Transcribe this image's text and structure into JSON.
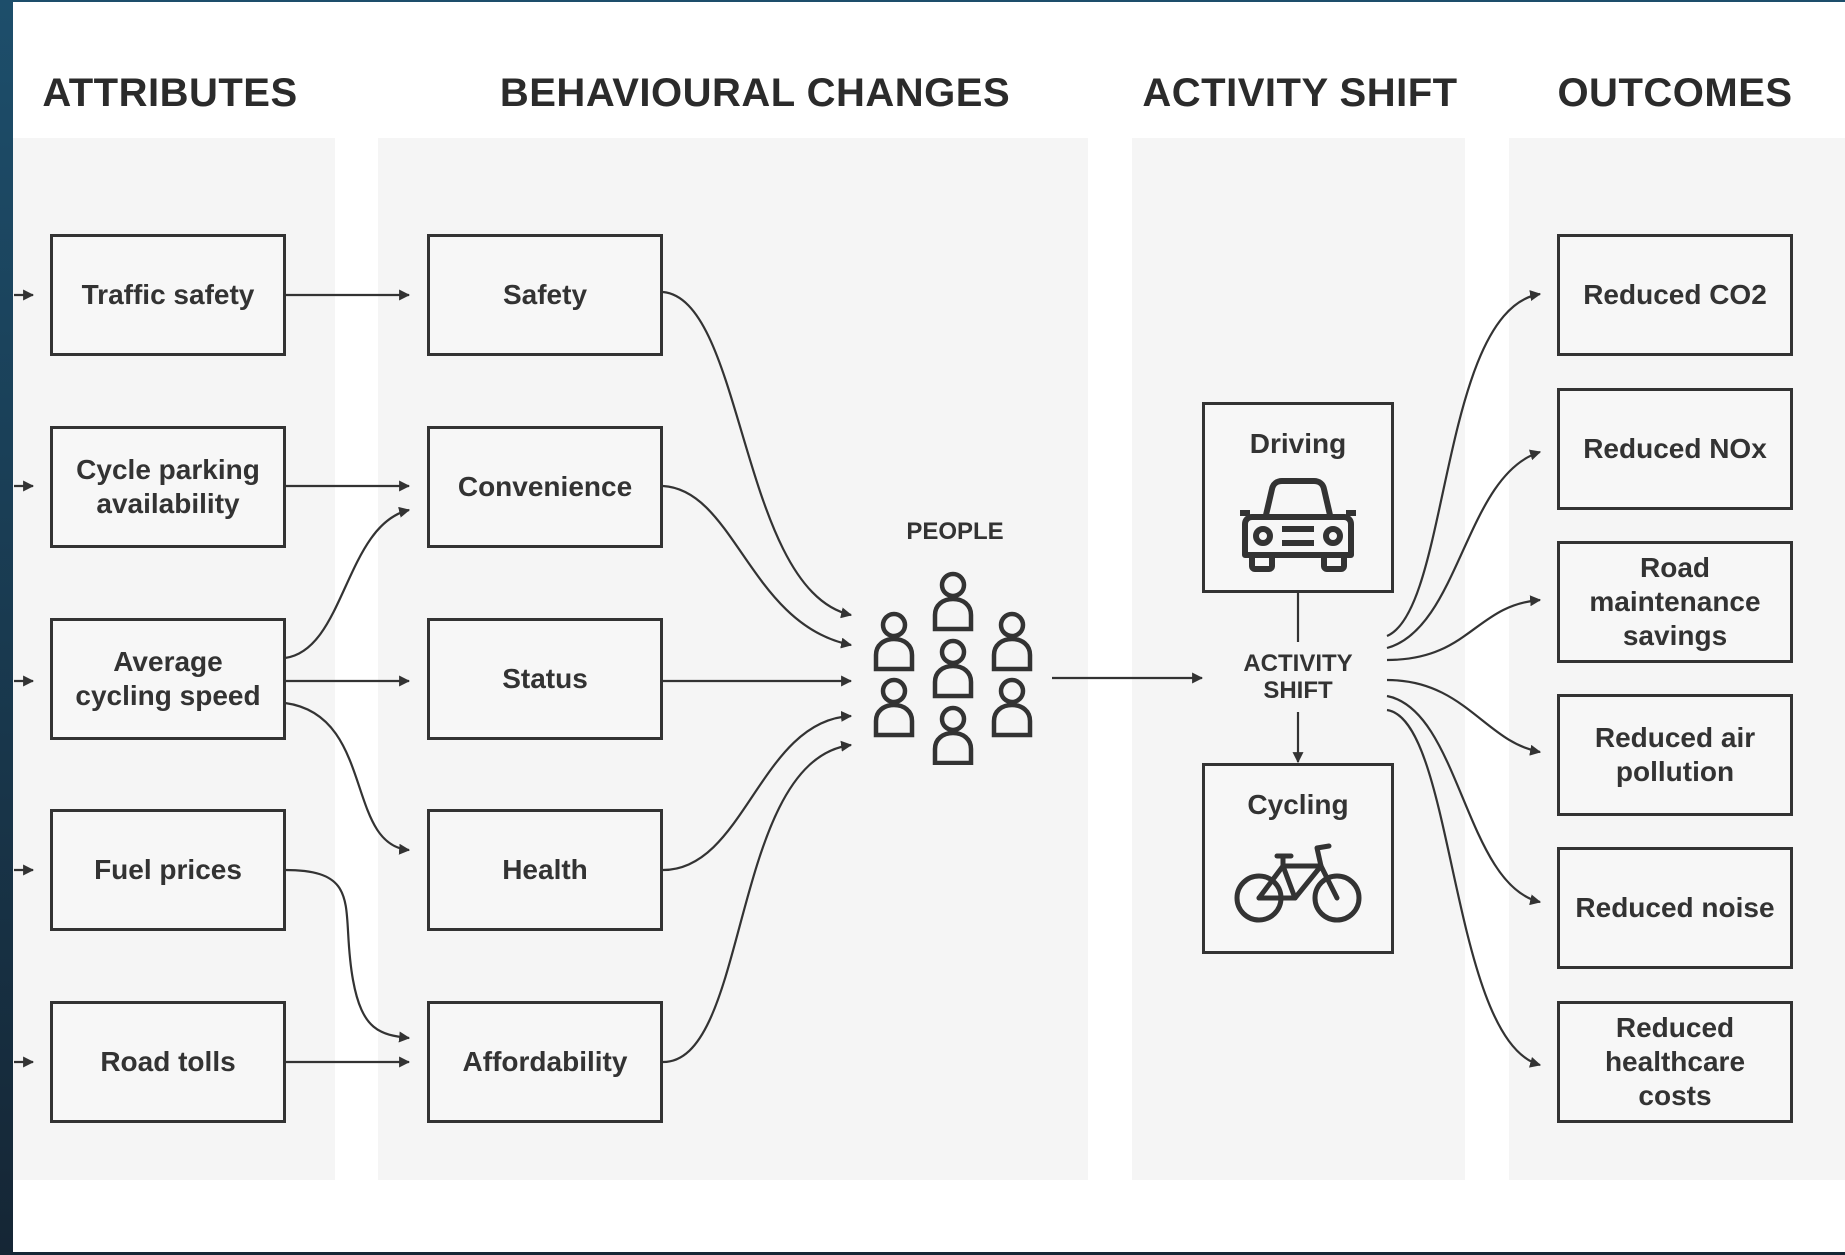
{
  "headers": {
    "attributes": "ATTRIBUTES",
    "behavioural_changes": "BEHAVIOURAL CHANGES",
    "activity_shift": "ACTIVITY SHIFT",
    "outcomes": "OUTCOMES"
  },
  "attributes": [
    "Traffic safety",
    "Cycle parking availability",
    "Average cycling speed",
    "Fuel prices",
    "Road tolls"
  ],
  "behavioural_changes": [
    "Safety",
    "Convenience",
    "Status",
    "Health",
    "Affordability"
  ],
  "people_label": "PEOPLE",
  "activity": {
    "driving": "Driving",
    "shift_label": "ACTIVITY SHIFT",
    "cycling": "Cycling"
  },
  "outcomes": [
    "Reduced CO2",
    "Reduced NOx",
    "Road maintenance savings",
    "Reduced air pollution",
    "Reduced noise",
    "Reduced healthcare costs"
  ],
  "icons": {
    "people": "person-outline-icon",
    "driving": "car-icon",
    "cycling": "bicycle-icon"
  },
  "colors": {
    "stroke": "#333333",
    "panel": "#f5f5f5",
    "box_fill": "#f7f7f7"
  }
}
